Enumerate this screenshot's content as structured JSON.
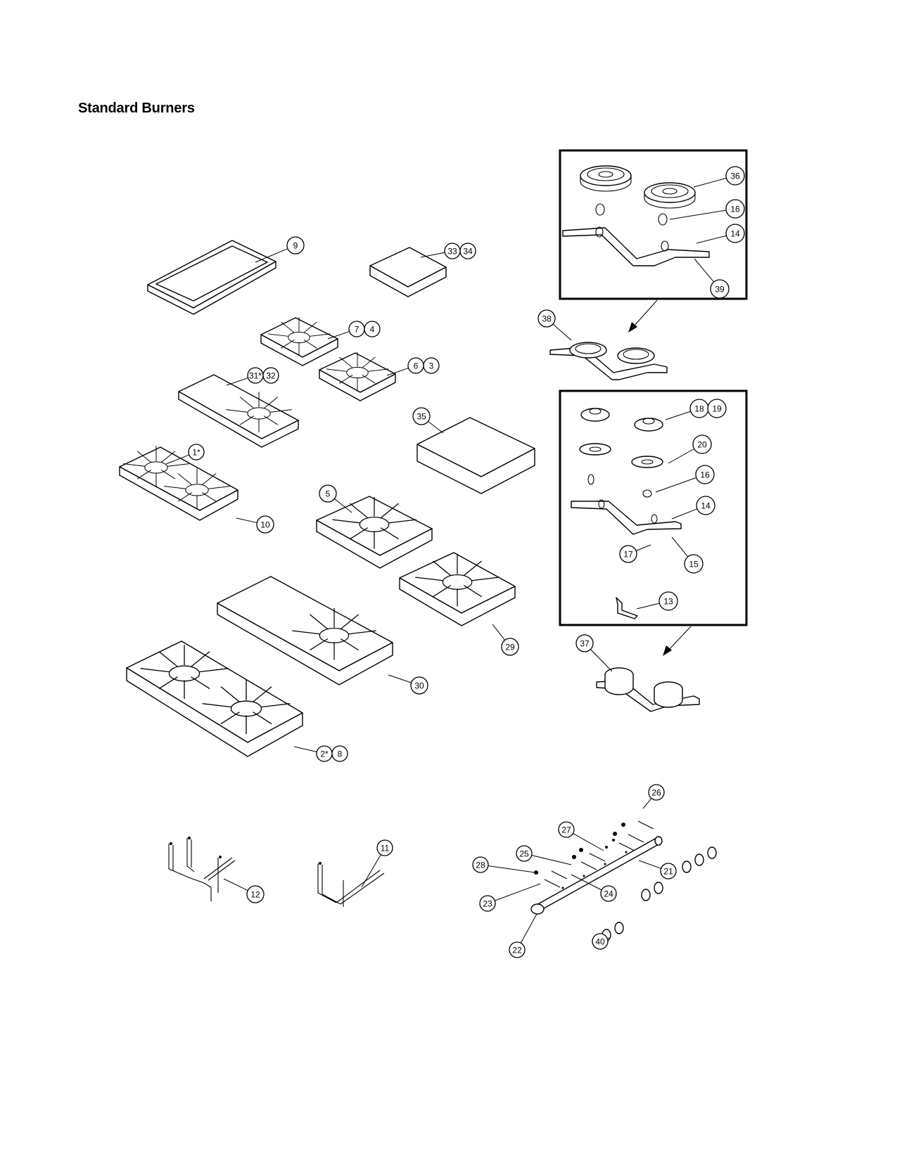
{
  "page": {
    "title": "Standard Burners"
  },
  "callouts": [
    {
      "id": "c9",
      "label": "9"
    },
    {
      "id": "c33",
      "label": "33"
    },
    {
      "id": "c34",
      "label": "34"
    },
    {
      "id": "c7",
      "label": "7"
    },
    {
      "id": "c4",
      "label": "4"
    },
    {
      "id": "c6",
      "label": "6"
    },
    {
      "id": "c3",
      "label": "3"
    },
    {
      "id": "c31",
      "label": "31*"
    },
    {
      "id": "c32",
      "label": "32"
    },
    {
      "id": "c35",
      "label": "35"
    },
    {
      "id": "c1",
      "label": "1*"
    },
    {
      "id": "c10",
      "label": "10"
    },
    {
      "id": "c5",
      "label": "5"
    },
    {
      "id": "c29",
      "label": "29"
    },
    {
      "id": "c30",
      "label": "30"
    },
    {
      "id": "c2",
      "label": "2*"
    },
    {
      "id": "c8",
      "label": "8"
    },
    {
      "id": "c36",
      "label": "36"
    },
    {
      "id": "c16a",
      "label": "16"
    },
    {
      "id": "c14a",
      "label": "14"
    },
    {
      "id": "c39",
      "label": "39"
    },
    {
      "id": "c38",
      "label": "38"
    },
    {
      "id": "c18",
      "label": "18"
    },
    {
      "id": "c19",
      "label": "19"
    },
    {
      "id": "c20",
      "label": "20"
    },
    {
      "id": "c16b",
      "label": "16"
    },
    {
      "id": "c14b",
      "label": "14"
    },
    {
      "id": "c17",
      "label": "17"
    },
    {
      "id": "c15",
      "label": "15"
    },
    {
      "id": "c13",
      "label": "13"
    },
    {
      "id": "c37",
      "label": "37"
    },
    {
      "id": "c26",
      "label": "26"
    },
    {
      "id": "c27",
      "label": "27"
    },
    {
      "id": "c25",
      "label": "25"
    },
    {
      "id": "c28",
      "label": "28"
    },
    {
      "id": "c21",
      "label": "21"
    },
    {
      "id": "c24",
      "label": "24"
    },
    {
      "id": "c23",
      "label": "23"
    },
    {
      "id": "c22",
      "label": "22"
    },
    {
      "id": "c40",
      "label": "40"
    },
    {
      "id": "c11",
      "label": "11"
    },
    {
      "id": "c12",
      "label": "12"
    }
  ]
}
